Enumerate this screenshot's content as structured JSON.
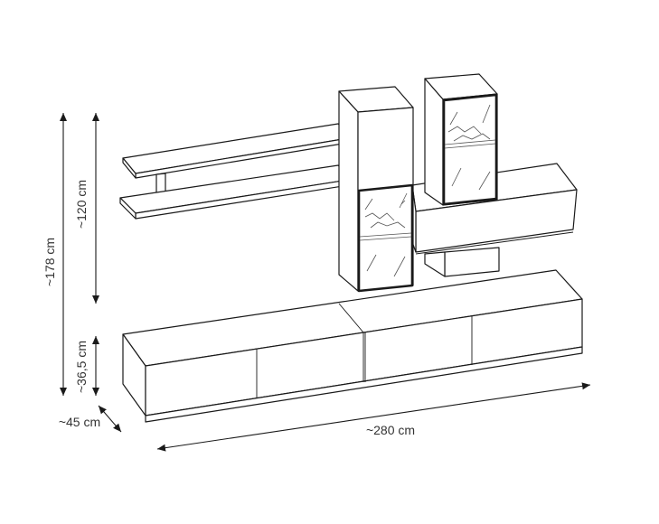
{
  "dimensions": {
    "total_height": "~178 cm",
    "upper_height": "~120 cm",
    "base_height": "~36,5 cm",
    "depth": "~45 cm",
    "width": "~280 cm"
  }
}
